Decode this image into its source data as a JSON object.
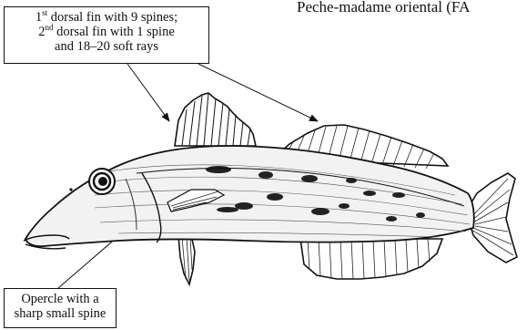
{
  "header": {
    "title_fragment": "Peche-madame oriental (FA"
  },
  "callouts": {
    "dorsal": {
      "line1_num": "1",
      "line1_sup": "st",
      "line1_rest": " dorsal fin with 9 spines;",
      "line2_num": "2",
      "line2_sup": "nd",
      "line2_rest": " dorsal fin with 1 spine",
      "line3": "and 18–20 soft rays"
    },
    "opercle": {
      "line1": "Opercle with a",
      "line2": "sharp small spine"
    }
  }
}
